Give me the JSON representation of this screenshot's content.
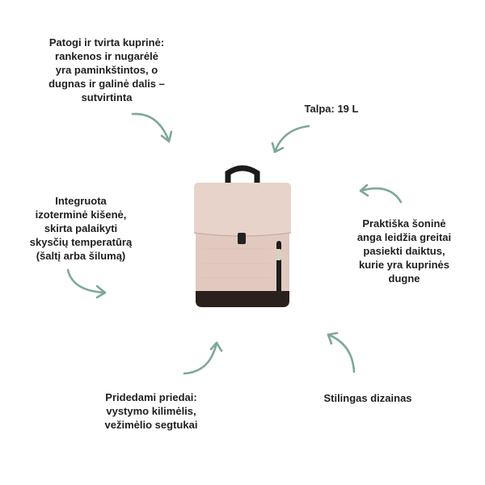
{
  "colors": {
    "arrow": "#7fa898",
    "bag_body": "#e2c9bf",
    "bag_bottom": "#2a201c",
    "handle": "#1b1b1b"
  },
  "labels": {
    "comfort": [
      "Patogi ir tvirta kuprinė:",
      "rankenos ir nugarėlė",
      "yra paminkštintos, o",
      "dugnas ir galinė dalis –",
      "sutvirtinta"
    ],
    "capacity": [
      "Talpa: 19 L"
    ],
    "thermal": [
      "Integruota",
      "izoterminė kišenė,",
      "skirta palaikyti",
      "skysčių temperatūrą",
      "(šaltį arba šilumą)"
    ],
    "side_opening": [
      "Praktiška šoninė",
      "anga leidžia greitai",
      "pasiekti daiktus,",
      "kurie yra kuprinės",
      "dugne"
    ],
    "accessories": [
      "Pridedami priedai:",
      "vystymo kilimėlis,",
      "vežimėlio segtukai"
    ],
    "design": [
      "Stilingas dizainas"
    ]
  },
  "icons": {
    "arrows": "curved-arrow-icon",
    "product": "backpack-image"
  }
}
